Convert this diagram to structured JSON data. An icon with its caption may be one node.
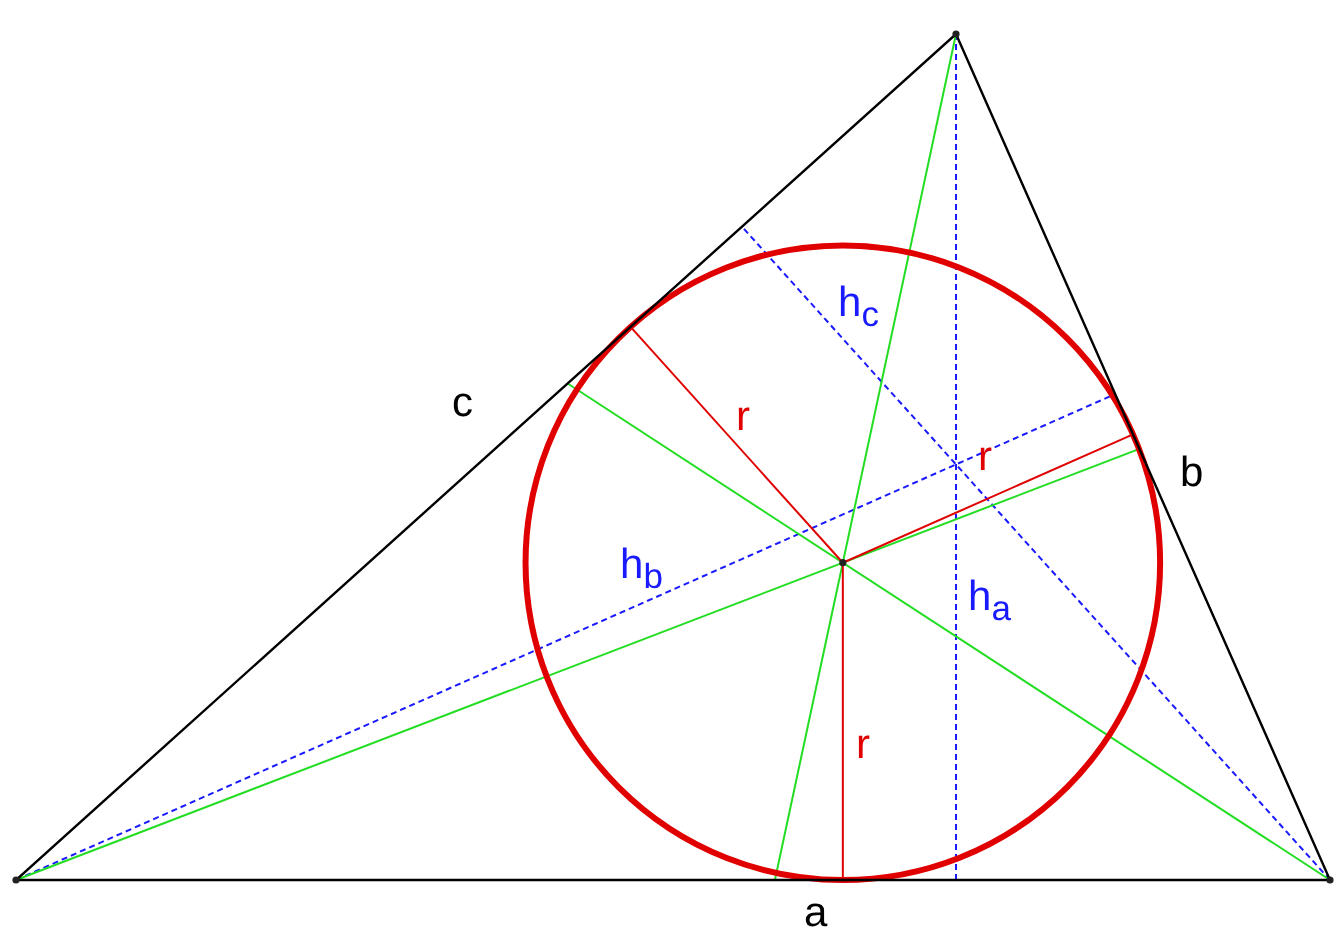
{
  "diagram": {
    "labels": [
      "h$_{c}$",
      "c",
      "r",
      "r",
      "b",
      "h$_{b}$",
      "h$_{a}$",
      "r",
      "a"
    ]
  }
}
